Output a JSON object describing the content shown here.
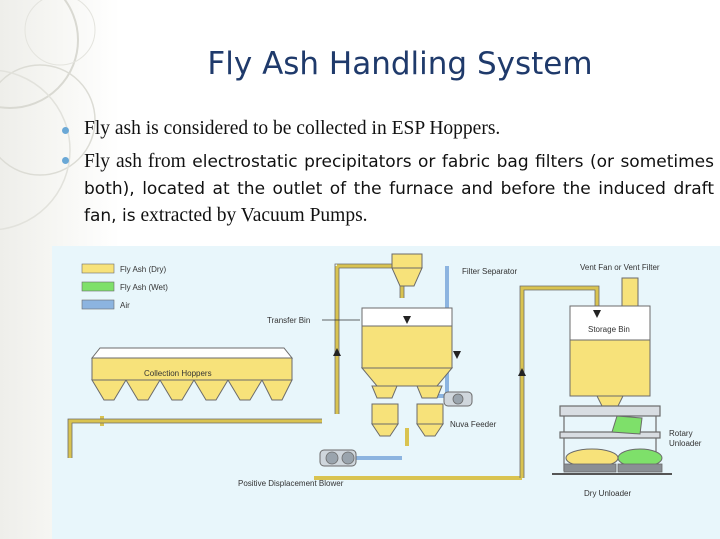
{
  "slide": {
    "title": "Fly Ash Handling System",
    "bullets": [
      {
        "text": "Fly ash is considered to be collected in ESP Hoppers."
      },
      {
        "part1": "Fly ash from",
        "part2": " electrostatic precipitators or fabric bag filters (or sometimes both), located at the outlet of the furnace and before the induced draft fan, is",
        "part3": " extracted by Vacuum Pumps."
      }
    ]
  },
  "diagram": {
    "legend": [
      {
        "label": "Fly Ash (Dry)",
        "color": "#f7e27a"
      },
      {
        "label": "Fly Ash (Wet)",
        "color": "#7ee06a"
      },
      {
        "label": "Air",
        "color": "#8cb4e0"
      }
    ],
    "labels": {
      "filter_separator": "Filter Separator",
      "vent_fan": "Vent Fan or Vent Filter",
      "transfer_bin": "Transfer Bin",
      "storage_bin": "Storage Bin",
      "collection_hoppers": "Collection Hoppers",
      "nuva_feeder": "Nuva Feeder",
      "rotary_unloader_1": "Rotary",
      "rotary_unloader_2": "Unloader",
      "positive_displacement_blower": "Positive Displacement Blower",
      "dry_unloader": "Dry Unloader"
    },
    "colors": {
      "dry": "#f7e27a",
      "wet": "#7ee06a",
      "air": "#8cb4e0",
      "background": "#e8f6fb",
      "outline": "#6b6b6b"
    }
  }
}
